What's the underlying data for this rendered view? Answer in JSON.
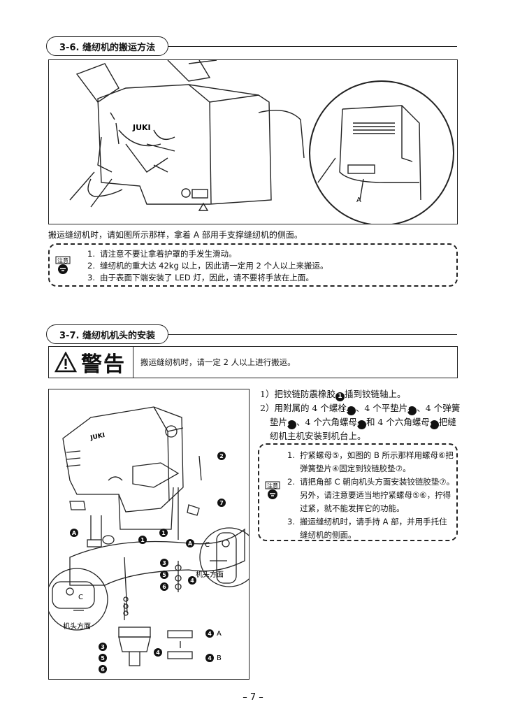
{
  "section1": {
    "heading": "3-6. 缝纫机的搬运方法",
    "figure_label_a": "A",
    "logo_text": "JUKI",
    "description": "搬运缝纫机时，请如图所示那样，拿着 A 部用手支撑缝纫机的侧面。",
    "caution": {
      "icon_label": "注意",
      "items": [
        {
          "num": "1.",
          "text": "请注意不要让拿着护罩的手发生滑动。"
        },
        {
          "num": "2.",
          "text": "缝纫机的重大达 42kg 以上，因此请一定用 2 个人以上来搬运。"
        },
        {
          "num": "3.",
          "text": "由于表面下端安装了 LED 灯，因此，请不要将手放在上面。"
        }
      ]
    }
  },
  "section2": {
    "heading": "3-7. 缝纫机机头的安装",
    "warning": {
      "title": "警告",
      "text": "搬运缝纫机时，请一定 2 人以上进行搬运。"
    },
    "figure": {
      "logo_text": "JUKI",
      "label_head_dir_1": "机头方面",
      "label_head_dir_2": "机头方面",
      "label_c1": "C",
      "label_c2": "C",
      "label_4a": "A",
      "label_4b": "B",
      "label_a": "A",
      "markers": [
        "1",
        "2",
        "3",
        "4",
        "5",
        "6",
        "7"
      ]
    },
    "steps": [
      {
        "num": "1）",
        "parts": [
          "把铰链防震橡胶",
          "1",
          "插到铰链轴上。"
        ]
      },
      {
        "num": "2）",
        "parts": [
          "用附属的 4 个螺栓",
          "2",
          "、4 个平垫片",
          "3",
          "、4 个弹簧垫片",
          "4",
          "、4 个六角螺母",
          "5",
          "和 4 个六角螺母",
          "6",
          "把缝纫机主机安装到机台上。"
        ]
      }
    ],
    "caution": {
      "icon_label": "注意",
      "items": [
        {
          "num": "1.",
          "text": "拧紧螺母⑤，如图的 B 所示那样用螺母⑥把弹簧垫片④固定到铰链胶垫⑦。"
        },
        {
          "num": "2.",
          "text": "请把角部 C 朝向机头方面安装铰链胶垫⑦。另外，请注意要适当地拧紧螺母⑤⑥，拧得过紧，就不能发挥它的功能。"
        },
        {
          "num": "3.",
          "text": "搬运缝纫机时，请手持 A 部，并用手托住缝纫机的侧面。"
        }
      ]
    }
  },
  "page_number": "– 7 –"
}
